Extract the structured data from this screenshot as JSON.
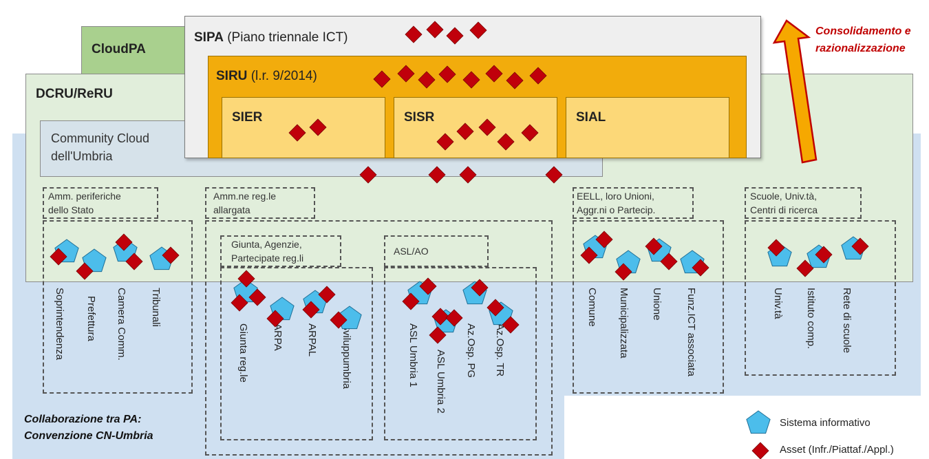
{
  "colors": {
    "blue_area": "#cfe0f1",
    "green_area": "#e1eedb",
    "cloudpa": "#a9d08e",
    "community": "#d6e2ea",
    "sipa": "#efefef",
    "siru": "#f2ac0c",
    "sub": "#fcd878",
    "asset": "#c0000b",
    "system": "#4cbdeb",
    "arrow_title": "#c00000"
  },
  "boxes": {
    "cloudpa": "CloudPA",
    "dcru": "DCRU/ReRU",
    "sipa_bold": "SIPA",
    "sipa_rest": "(Piano triennale ICT)",
    "siru_bold": "SIRU",
    "siru_rest": "(l.r. 9/2014)",
    "sier": "SIER",
    "sisr": "SISR",
    "sial": "SIAL",
    "community_1": "Community Cloud",
    "community_2": "dell'Umbria"
  },
  "arrow": {
    "line1": "Consolidamento e",
    "line2": "razionalizzazione"
  },
  "groups": {
    "stato_1": "Amm. periferiche",
    "stato_2": "dello Stato",
    "regle_1": "Amm.ne reg.le",
    "regle_2": "allargata",
    "giunta_1": "Giunta, Agenzie,",
    "giunta_2": "Partecipate reg.li",
    "asl": "ASL/AO",
    "eell_1": "EELL, loro Unioni,",
    "eell_2": "Aggr.ni o Partecip.",
    "scuole_1": "Scuole, Univ.tà,",
    "scuole_2": "Centri di ricerca"
  },
  "entities": {
    "stato": [
      "Soprintendenza",
      "Prefettura",
      "Camera Comm.",
      "Tribunali"
    ],
    "giunta": [
      "Giunta reg.le",
      "ARPA",
      "ARPAL",
      "Sviluppumbria"
    ],
    "asl": [
      "ASL Umbria 1",
      "ASL Umbria 2",
      "Az.Osp. PG",
      "Az.Osp. TR"
    ],
    "eell": [
      "Comune",
      "Municipalizzata",
      "Unione",
      "Funz.ICT associata"
    ],
    "scuole": [
      "Univ.tà",
      "Istituto comp.",
      "Rete di scuole"
    ]
  },
  "collab_1": "Collaborazione tra PA:",
  "collab_2": "Convenzione CN-Umbria",
  "legend": {
    "system": "Sistema informativo",
    "asset": "Asset (Infr./Piattaf./Appl.)"
  }
}
